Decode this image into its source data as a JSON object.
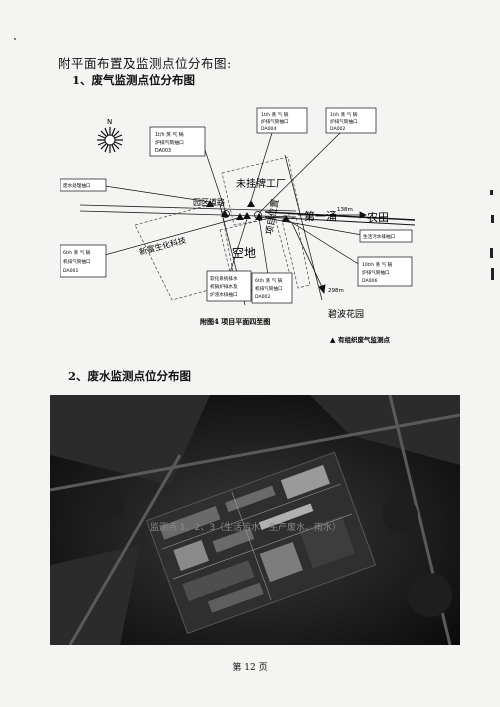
{
  "document": {
    "heading": "附平面布置及监测点位分布图:",
    "section1_title": "1、废气监测点位分布图",
    "section2_title": "2、废水监测点位分布图",
    "page_number": "第 12 页"
  },
  "map": {
    "compass_label": "N",
    "places": {
      "unbuilt_factory": "未挂牌工厂",
      "park_road": "园区道路",
      "first_canal": "第一涌",
      "farmland": "农田",
      "project_site": "项目位置",
      "vacant_lot": "空地",
      "jinfu_tech": "新富生化科技",
      "bibo_garden": "碧波花园"
    },
    "distances": {
      "to_farmland": "138m",
      "to_garden": "298m"
    },
    "callouts": {
      "da003": [
        "1t/h 蒸 气 锅",
        "炉排气筒抽口",
        "DA003"
      ],
      "da004": [
        "1t/h 蒸 气 锅",
        "炉排气筒抽口",
        "DA004"
      ],
      "da002_top": [
        "1t/h 蒸 气 锅",
        "炉排气筒抽口",
        "DA002"
      ],
      "waste_water": [
        "废水处理抽口"
      ],
      "living_water": [
        "生活污水排抽口"
      ],
      "da001": [
        "6t/h 蒸 气 锅",
        "机排气筒抽口",
        "DA001"
      ],
      "middle": [
        "软化系统排水",
        "机锅炉排水及",
        "炉渣水排抽口"
      ],
      "da002_bottom": [
        "6t/h 蒸 气 锅",
        "机排气筒抽口",
        "DA002"
      ],
      "da006": [
        "10t/h 蒸 气 锅",
        "炉排气筒抽口",
        "DA006"
      ]
    },
    "figure_caption": "附图4    项目平面四至图",
    "legend_marker": "▲",
    "legend_text": "有组织废气监测点"
  },
  "aerial": {
    "overlay_text": "监测点 1、2、3（生活污水、生产废水、雨水）"
  }
}
